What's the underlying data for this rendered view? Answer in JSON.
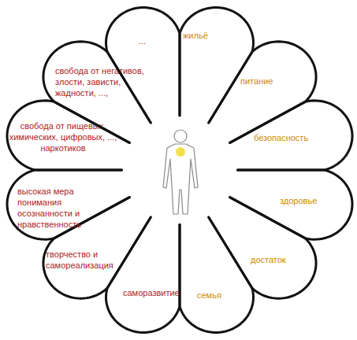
{
  "diagram": {
    "nodes": [
      {
        "text": [
          "жильё"
        ]
      },
      {
        "text": [
          "питание"
        ]
      },
      {
        "text": [
          "безопасность"
        ]
      },
      {
        "text": [
          "здоровье"
        ]
      },
      {
        "text": [
          "достаток"
        ]
      },
      {
        "text": [
          "семья"
        ]
      },
      {
        "text": [
          "саморазвитие"
        ]
      },
      {
        "text": [
          "творчество и самореализация"
        ]
      },
      {
        "text": [
          "высокая мера понимания осознанности и нравственность"
        ]
      },
      {
        "text": [
          "свобода от пищевых, химических, цифровых, ..., наркотиков"
        ]
      },
      {
        "text": [
          "свобода от негативов, злости, зависти, жадности, ...,"
        ]
      },
      {
        "text": [
          "..."
        ]
      }
    ]
  }
}
